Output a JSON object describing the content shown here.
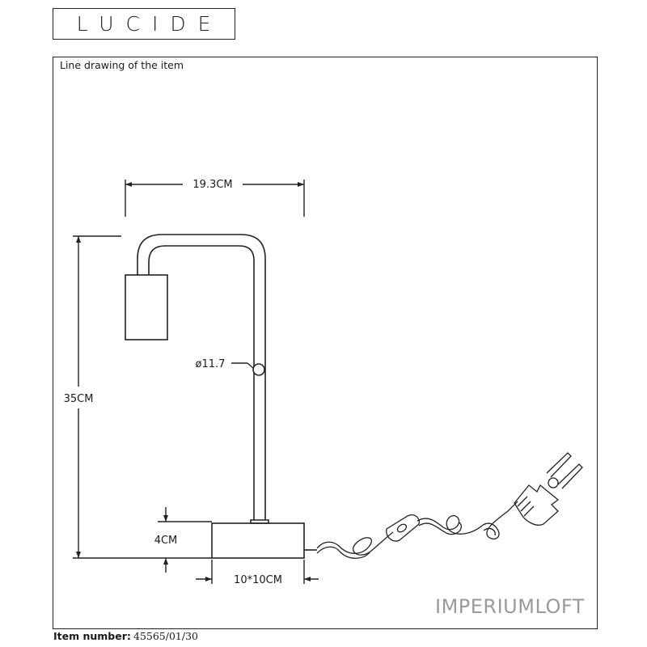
{
  "brand": {
    "logo_text": "LUCIDE"
  },
  "drawing": {
    "caption": "Line drawing of the item",
    "dimensions": {
      "width": "19.3CM",
      "height": "35CM",
      "base_height": "4CM",
      "base_size": "10*10CM",
      "tube_diameter": "ø11.7"
    }
  },
  "item": {
    "label": "Item number:",
    "number": "45565/01/30"
  },
  "watermark": {
    "part1": "IMPERIUM",
    "part2": "LOFT"
  }
}
